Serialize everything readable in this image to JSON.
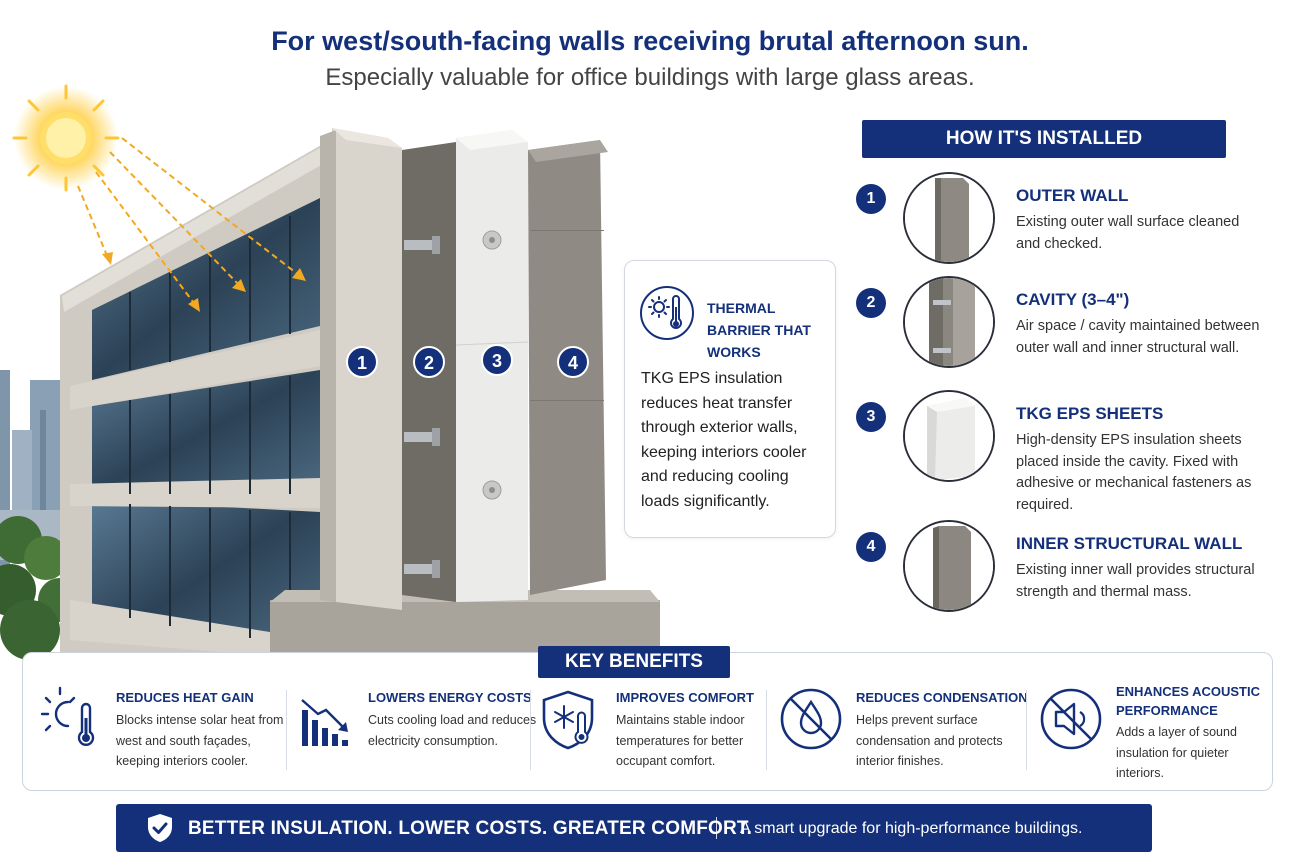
{
  "header": {
    "title": "For west/south-facing walls receiving brutal afternoon sun.",
    "subtitle": "Especially valuable for office buildings with large glass areas."
  },
  "diagram": {
    "markers": [
      "1",
      "2",
      "3",
      "4"
    ]
  },
  "callout": {
    "title": "THERMAL BARRIER THAT WORKS",
    "body": "TKG EPS insulation reduces heat transfer through exterior walls, keeping interiors cooler and reducing cooling loads significantly.",
    "icon": "thermometer-sun-icon"
  },
  "installation": {
    "title": "HOW IT'S INSTALLED",
    "steps": [
      {
        "num": "1",
        "title": "OUTER WALL",
        "desc": "Existing outer wall surface cleaned and checked."
      },
      {
        "num": "2",
        "title": "CAVITY (3–4\")",
        "desc": "Air space / cavity maintained between outer wall and inner structural wall."
      },
      {
        "num": "3",
        "title": "TKG EPS SHEETS",
        "desc": "High-density EPS insulation sheets placed inside the cavity. Fixed with adhesive or mechanical fasteners as required."
      },
      {
        "num": "4",
        "title": "INNER STRUCTURAL WALL",
        "desc": "Existing inner wall provides structural strength and thermal mass."
      }
    ]
  },
  "benefits": {
    "title": "KEY BENEFITS",
    "items": [
      {
        "title": "REDUCES HEAT GAIN",
        "desc": "Blocks intense solar heat from west and south façades, keeping interiors cooler.",
        "icon": "sun-thermometer-icon"
      },
      {
        "title": "LOWERS ENERGY COSTS",
        "desc": "Cuts cooling load and reduces electricity consumption.",
        "icon": "declining-chart-icon"
      },
      {
        "title": "IMPROVES COMFORT",
        "desc": "Maintains stable indoor temperatures for better occupant comfort.",
        "icon": "shield-snowflake-icon"
      },
      {
        "title": "REDUCES CONDENSATION",
        "desc": "Helps prevent surface condensation and protects interior finishes.",
        "icon": "no-droplet-icon"
      },
      {
        "title": "ENHANCES ACOUSTIC PERFORMANCE",
        "desc": "Adds a layer of sound insulation for quieter interiors.",
        "icon": "muted-speaker-icon"
      }
    ]
  },
  "footer": {
    "main": "BETTER INSULATION. LOWER COSTS. GREATER COMFORT.",
    "sub": "A smart upgrade for high-performance buildings."
  },
  "colors": {
    "brand_navy": "#14307a",
    "sun": "#f5b82e",
    "concrete": "#9b9890"
  }
}
